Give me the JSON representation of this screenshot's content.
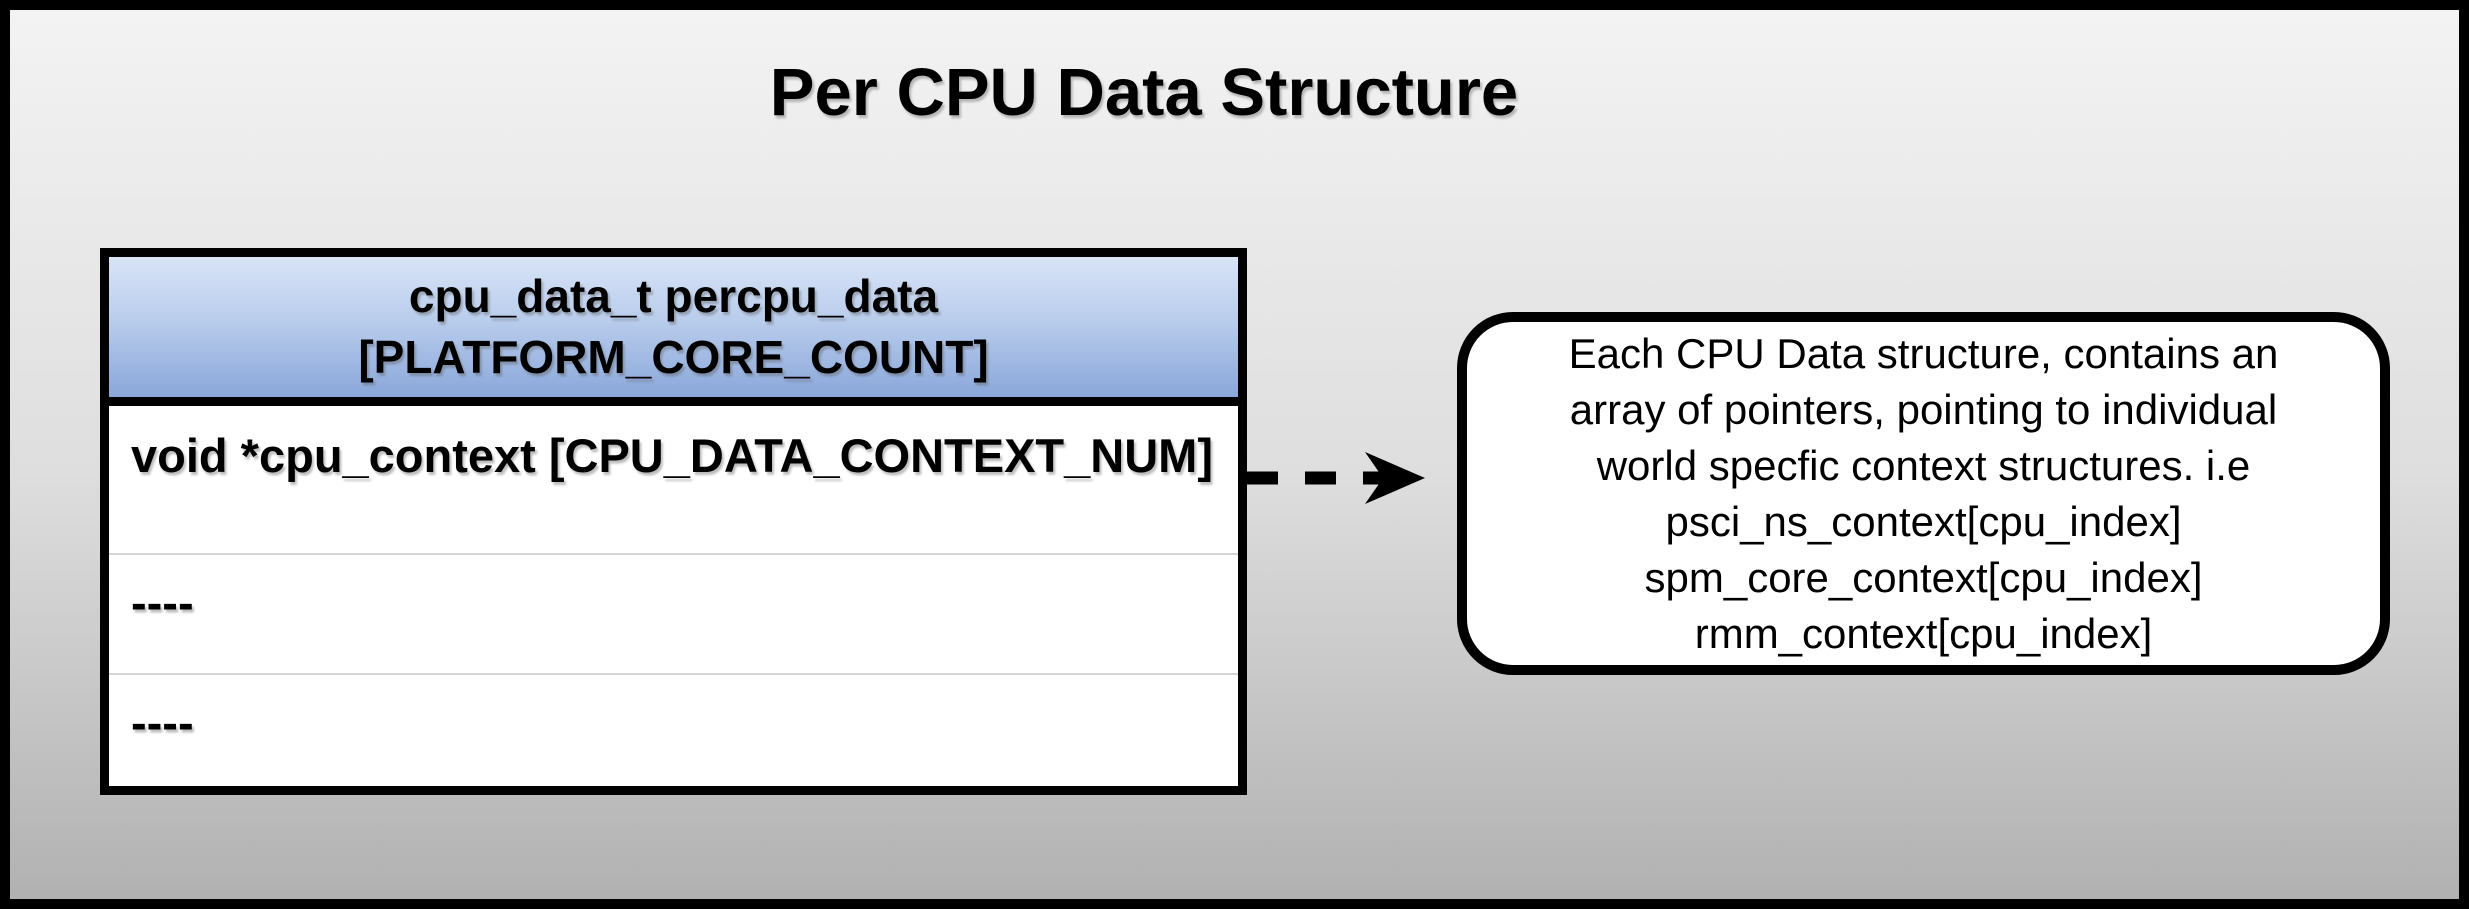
{
  "title": "Per CPU Data Structure",
  "table": {
    "header_line1": "cpu_data_t percpu_data",
    "header_line2": "[PLATFORM_CORE_COUNT]",
    "rows": [
      {
        "label": "void *cpu_context [CPU_DATA_CONTEXT_NUM]"
      },
      {
        "label": "----"
      },
      {
        "label": "----"
      }
    ]
  },
  "connector": {
    "style": "dashed-arrow",
    "direction": "right",
    "from": "percpu-data-table",
    "to": "callout-note"
  },
  "callout": {
    "lines": [
      "Each CPU Data structure, contains an",
      "array of pointers, pointing to individual",
      "world specfic context structures. i.e",
      "psci_ns_context[cpu_index]",
      "spm_core_context[cpu_index]",
      "rmm_context[cpu_index]"
    ]
  },
  "colors": {
    "canvas_border": "#000000",
    "background_top": "#f3f3f3",
    "background_bottom": "#b1b1b1",
    "table_header_gradient_top": "#d9e4f7",
    "table_header_gradient_bottom": "#8aa7da",
    "table_body_bg": "#ffffff",
    "callout_bg": "#ffffff",
    "text_color": "#000000"
  }
}
